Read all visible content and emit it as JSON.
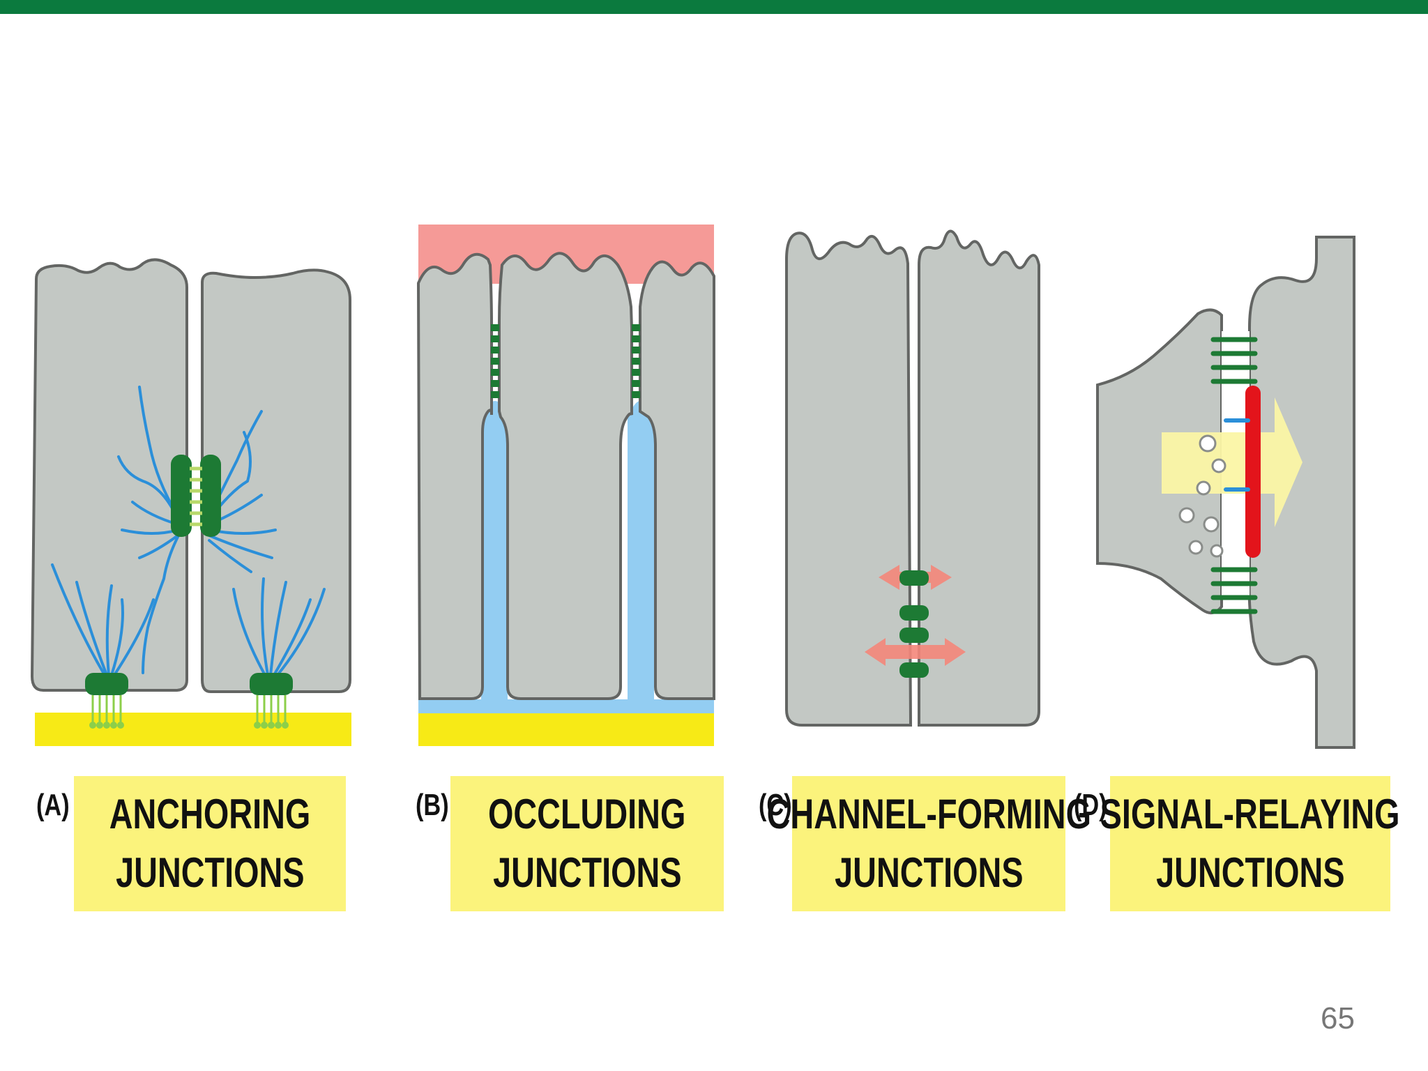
{
  "panels": [
    {
      "label": "(A)",
      "title_line1": "ANCHORING",
      "title_line2": "JUNCTIONS"
    },
    {
      "label": "(B)",
      "title_line1": "OCCLUDING",
      "title_line2": "JUNCTIONS"
    },
    {
      "label": "(C)",
      "title_line1": "CHANNEL-FORMING",
      "title_line2": "JUNCTIONS"
    },
    {
      "label": "(D)",
      "title_line1": "SIGNAL-RELAYING",
      "title_line2": "JUNCTIONS"
    }
  ],
  "page_number": "65",
  "colors": {
    "header_bar": "#0b7a3e",
    "cell_fill": "#c3c8c4",
    "cell_outline": "#636563",
    "junction_green": "#1d7a34",
    "filament_blue": "#2b8fd9",
    "extracellular_blue": "#93cdf2",
    "basal_lamina_yellow": "#f7ea16",
    "apical_pink": "#f59a97",
    "signal_red": "#e3141b",
    "caption_yellow": "#fbf37c"
  }
}
